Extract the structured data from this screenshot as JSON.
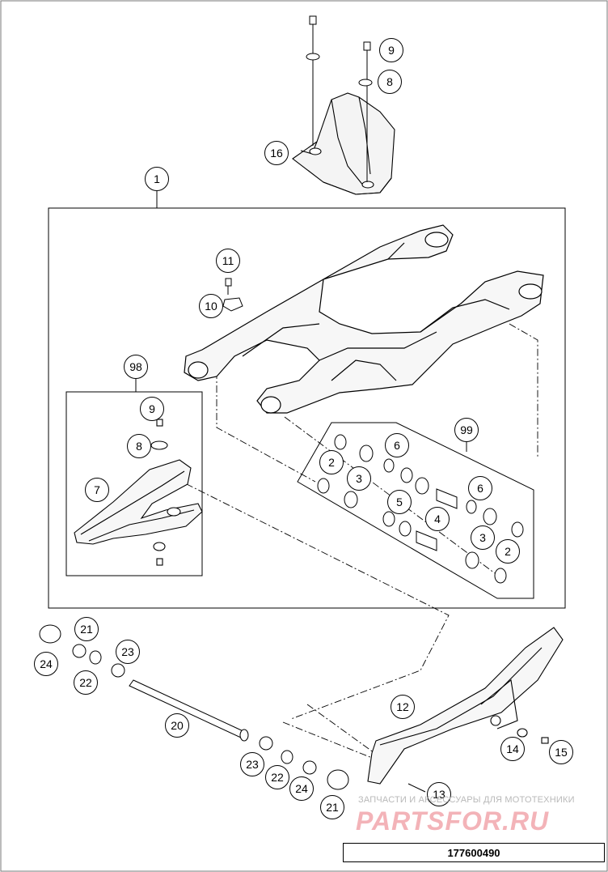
{
  "diagram": {
    "callouts": [
      {
        "id": "c16",
        "label": "16"
      },
      {
        "id": "c9a",
        "label": "9"
      },
      {
        "id": "c8a",
        "label": "8"
      },
      {
        "id": "c1",
        "label": "1"
      },
      {
        "id": "c11",
        "label": "11"
      },
      {
        "id": "c10",
        "label": "10"
      },
      {
        "id": "c98",
        "label": "98"
      },
      {
        "id": "c9b",
        "label": "9"
      },
      {
        "id": "c8b",
        "label": "8"
      },
      {
        "id": "c7",
        "label": "7"
      },
      {
        "id": "c99",
        "label": "99"
      },
      {
        "id": "c6a",
        "label": "6"
      },
      {
        "id": "c2a",
        "label": "2"
      },
      {
        "id": "c3a",
        "label": "3"
      },
      {
        "id": "c6b",
        "label": "6"
      },
      {
        "id": "c5",
        "label": "5"
      },
      {
        "id": "c4",
        "label": "4"
      },
      {
        "id": "c3b",
        "label": "3"
      },
      {
        "id": "c2b",
        "label": "2"
      },
      {
        "id": "c21a",
        "label": "21"
      },
      {
        "id": "c24a",
        "label": "24"
      },
      {
        "id": "c22a",
        "label": "22"
      },
      {
        "id": "c23a",
        "label": "23"
      },
      {
        "id": "c20",
        "label": "20"
      },
      {
        "id": "c12",
        "label": "12"
      },
      {
        "id": "c14",
        "label": "14"
      },
      {
        "id": "c15",
        "label": "15"
      },
      {
        "id": "c23b",
        "label": "23"
      },
      {
        "id": "c22b",
        "label": "22"
      },
      {
        "id": "c24b",
        "label": "24"
      },
      {
        "id": "c21b",
        "label": "21"
      },
      {
        "id": "c13",
        "label": "13"
      }
    ],
    "part_number": "177600490"
  },
  "watermark": {
    "tagline": "ЗАПЧАСТИ И АКСЕССУАРЫ ДЛЯ МОТОТЕХНИКИ",
    "logo": "PARTSFOR.RU"
  }
}
